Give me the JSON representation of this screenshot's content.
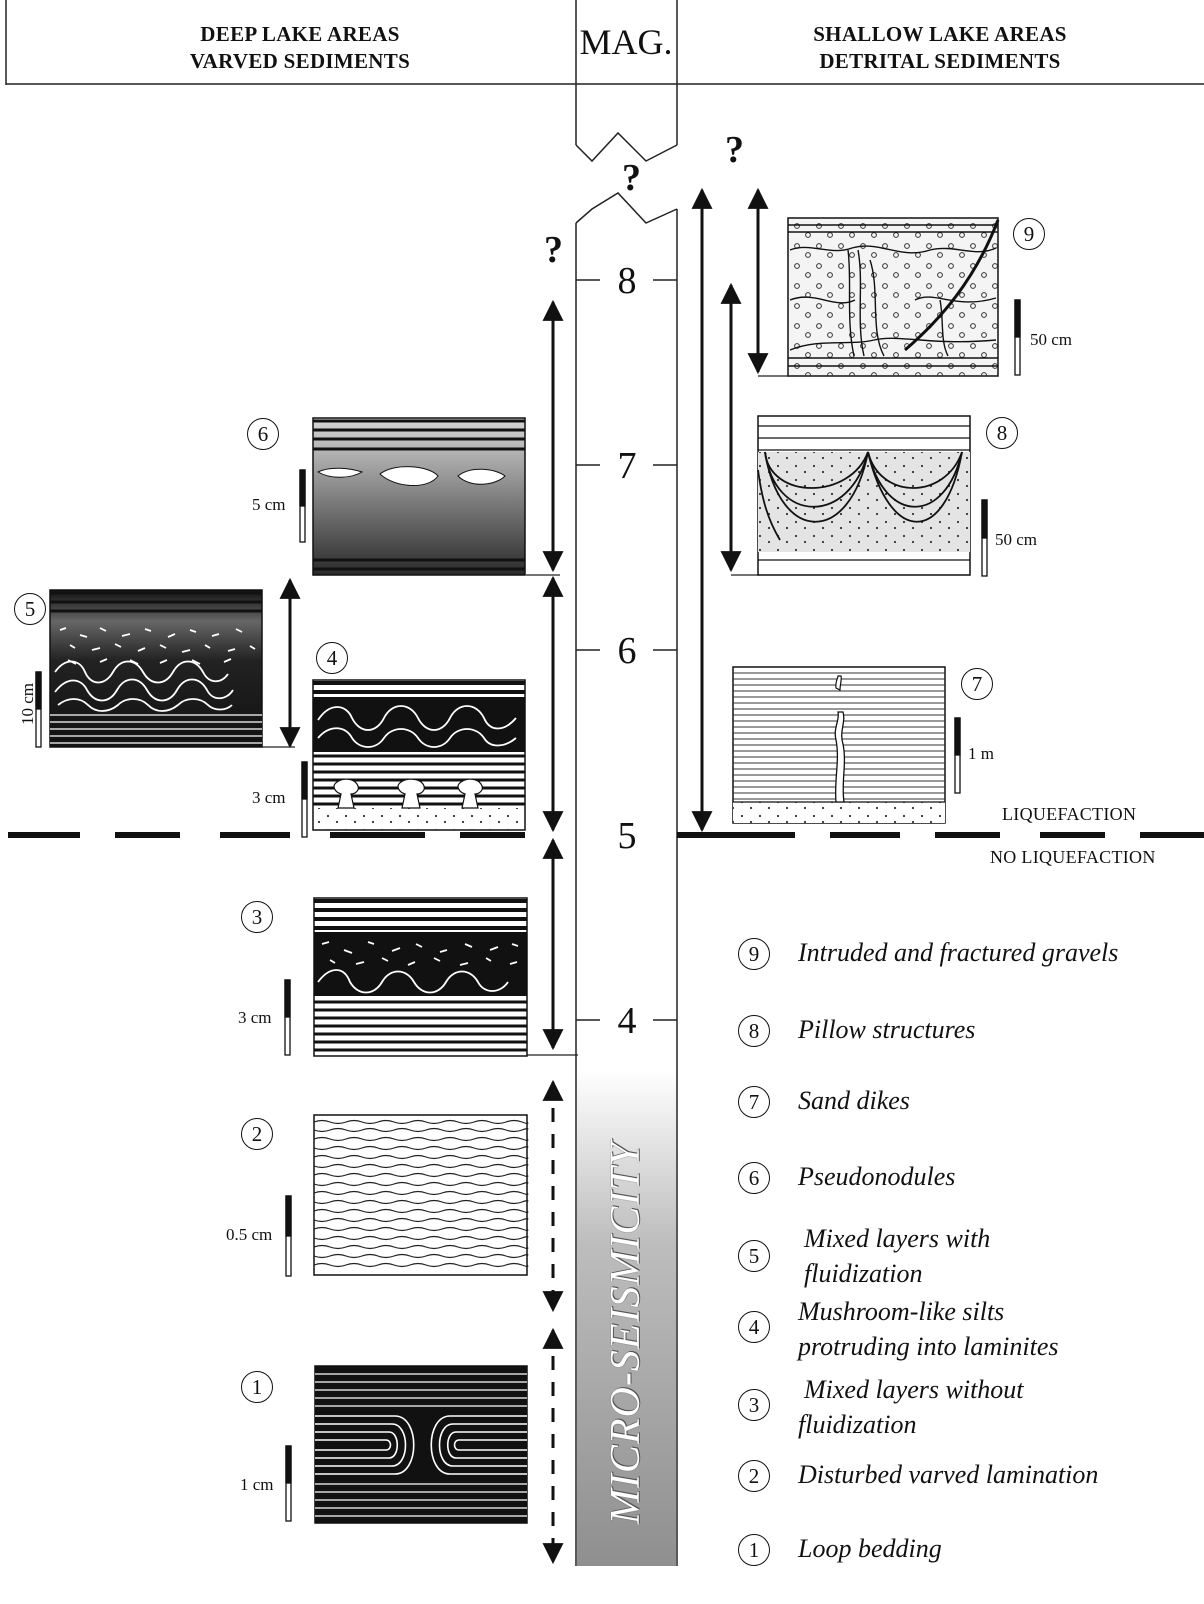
{
  "headers": {
    "deep_line1": "DEEP LAKE AREAS",
    "deep_line2": "VARVED SEDIMENTS",
    "mag": "MAG.",
    "shallow_line1": "SHALLOW LAKE AREAS",
    "shallow_line2": "DETRITAL SEDIMENTS"
  },
  "magnitude_ticks": [
    "8",
    "7",
    "6",
    "5",
    "4"
  ],
  "question_mark": "?",
  "threshold": {
    "above": "LIQUEFACTION",
    "below": "NO LIQUEFACTION"
  },
  "micro_label": "MICRO-SEISMICITY",
  "structures": [
    {
      "num": "1",
      "scale": "1 cm"
    },
    {
      "num": "2",
      "scale": "0.5 cm"
    },
    {
      "num": "3",
      "scale": "3 cm"
    },
    {
      "num": "4",
      "scale": "3 cm"
    },
    {
      "num": "5",
      "scale": "10 cm"
    },
    {
      "num": "6",
      "scale": "5 cm"
    },
    {
      "num": "7",
      "scale": "1 m"
    },
    {
      "num": "8",
      "scale": "50 cm"
    },
    {
      "num": "9",
      "scale": "50 cm"
    }
  ],
  "legend": [
    {
      "num": "9",
      "lines": [
        "Intruded and fractured gravels"
      ]
    },
    {
      "num": "8",
      "lines": [
        "Pillow structures"
      ]
    },
    {
      "num": "7",
      "lines": [
        "Sand dikes"
      ]
    },
    {
      "num": "6",
      "lines": [
        "Pseudonodules"
      ]
    },
    {
      "num": "5",
      "lines": [
        "Mixed layers with",
        "fluidization"
      ]
    },
    {
      "num": "4",
      "lines": [
        "Mushroom-like silts",
        "protruding into laminites"
      ]
    },
    {
      "num": "3",
      "lines": [
        "Mixed layers without",
        "fluidization"
      ]
    },
    {
      "num": "2",
      "lines": [
        "Disturbed varved lamination"
      ]
    },
    {
      "num": "1",
      "lines": [
        "Loop bedding"
      ]
    }
  ]
}
